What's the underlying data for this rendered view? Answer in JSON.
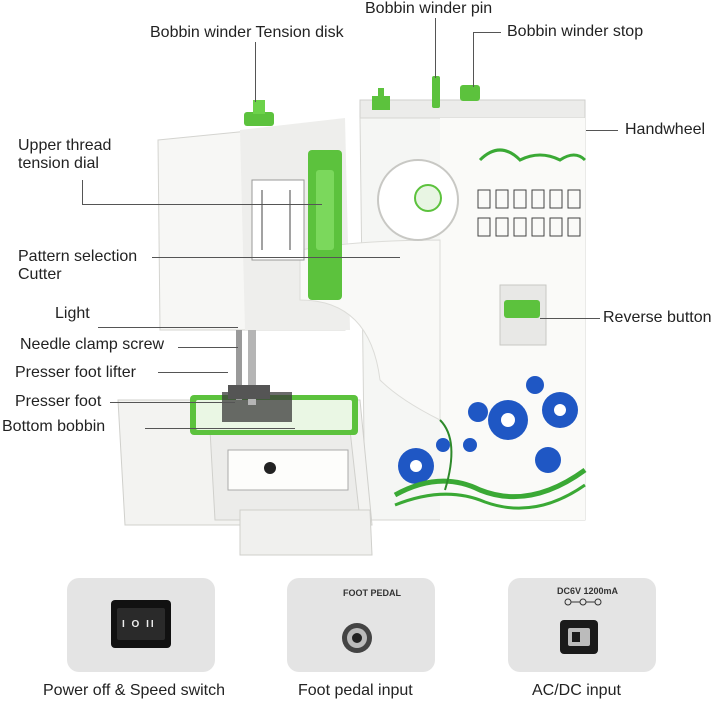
{
  "callouts": {
    "bobbin_winder_tension_disk": "Bobbin winder Tension disk",
    "bobbin_winder_pin": "Bobbin winder pin",
    "bobbin_winder_stop": "Bobbin winder stop",
    "upper_thread_tension_dial": "Upper thread tension dial",
    "handwheel": "Handwheel",
    "pattern_selection": "Pattern selection",
    "cutter": "Cutter",
    "light": "Light",
    "reverse_button": "Reverse button",
    "needle_clamp_screw": "Needle clamp screw",
    "presser_foot_lifter": "Presser foot lifter",
    "presser_foot": "Presser foot",
    "bottom_bobbin": "Bottom bobbin"
  },
  "detail_panels": [
    {
      "caption": "Power off & Speed switch",
      "switch_marks": "I O II"
    },
    {
      "caption": "Foot pedal input",
      "panel_text": "FOOT PEDAL"
    },
    {
      "caption": "AC/DC input",
      "panel_text": "DC6V 1200mA"
    }
  ],
  "colors": {
    "machine_body": "#f4f5f3",
    "accent_green": "#5cc23d",
    "flower_blue": "#1f57c4",
    "wave_green": "#3aa935",
    "card_gray": "#e4e4e4"
  }
}
